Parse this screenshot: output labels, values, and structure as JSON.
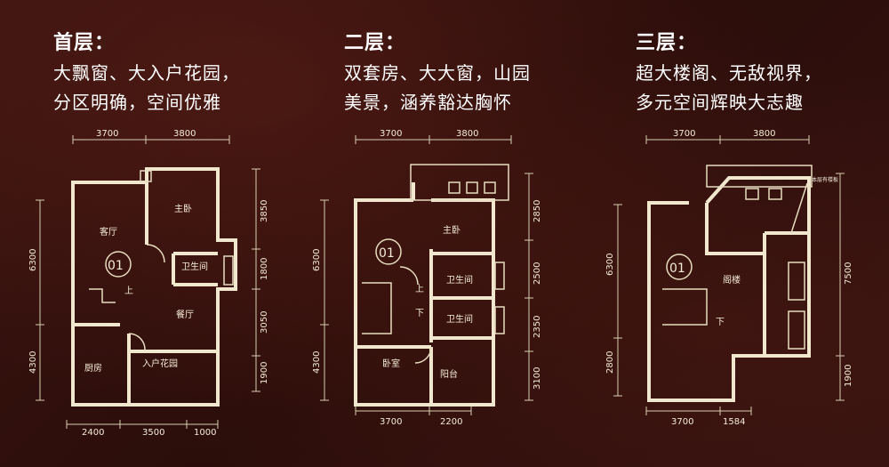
{
  "floors": [
    {
      "title": "首层：",
      "line1": "大飘窗、大入户花园，",
      "line2": "分区明确，空间优雅",
      "dims_top": [
        "3700",
        "3800"
      ],
      "dims_bottom": [
        "2400",
        "3500",
        "1000"
      ],
      "dims_left": [
        "6300",
        "4300"
      ],
      "dims_right": [
        "3850",
        "1800",
        "3050",
        "1900"
      ],
      "rooms": {
        "living": "客厅",
        "master": "主卧",
        "bath": "卫生间",
        "dining": "餐厅",
        "kitchen": "厨房",
        "garden": "入户花园"
      },
      "unit": "01",
      "stair": "上"
    },
    {
      "title": "二层：",
      "line1": "双套房、大大窗，山园",
      "line2": "美景，涵养豁达胸怀",
      "dims_top": [
        "3700",
        "3800"
      ],
      "dims_bottom": [
        "3700",
        "2200"
      ],
      "dims_left": [
        "6300",
        "4300"
      ],
      "dims_right": [
        "2850",
        "2500",
        "2350",
        "3100"
      ],
      "rooms": {
        "master": "主卧",
        "bath1": "卫生间",
        "bath2": "卫生间",
        "bedroom": "卧室",
        "balcony": "阳台"
      },
      "unit": "01",
      "stair_up": "上",
      "stair_down": "下"
    },
    {
      "title": "三层：",
      "line1": "超大楼阁、无敌视界，",
      "line2": "多元空间辉映大志趣",
      "dims_top": [
        "3700",
        "3800"
      ],
      "dims_bottom": [
        "3700",
        "1584"
      ],
      "dims_left": [
        "6300",
        "2800"
      ],
      "dims_right": [
        "7500",
        "1900"
      ],
      "rooms": {
        "loft": "阁楼"
      },
      "note": "本层有楼板",
      "unit": "01",
      "stair": "下"
    }
  ]
}
